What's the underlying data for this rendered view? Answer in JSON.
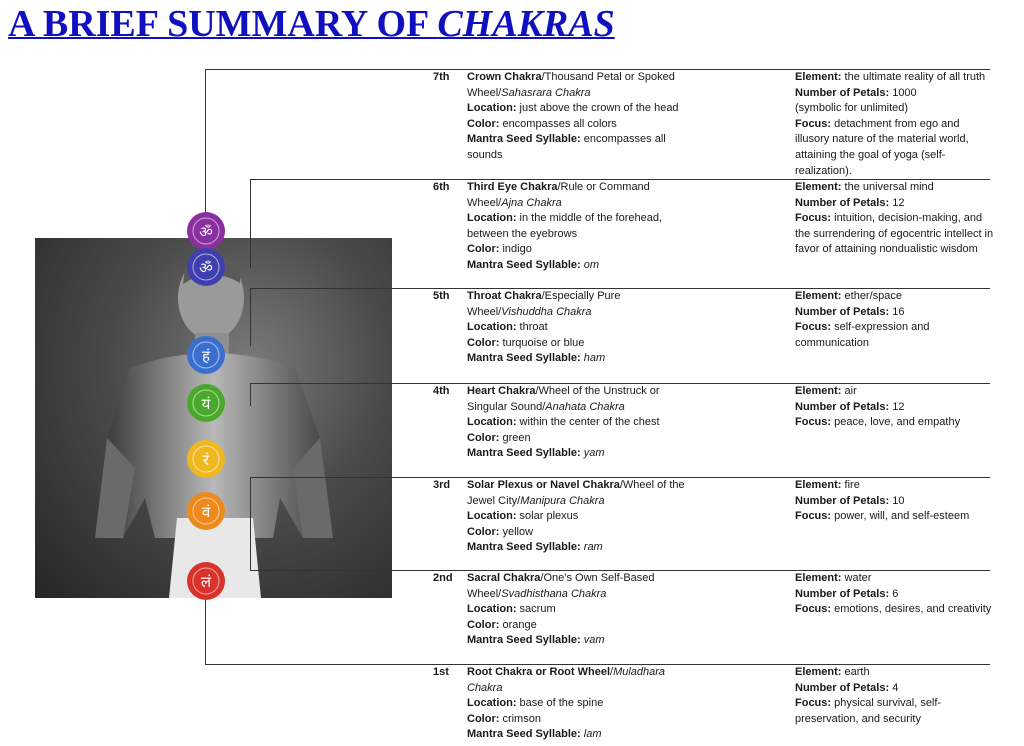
{
  "title": {
    "main": "A BRIEF SUMMARY OF ",
    "italic": "CHAKRAS"
  },
  "chakras": [
    {
      "ordinal": "7th",
      "name": "Crown Chakra",
      "after": "/Thousand Petal or Spoked Wheel/",
      "sanskrit": "Sahasrara Chakra",
      "location_label": "Location:",
      "location": " just above the crown of the head",
      "color_label": "Color:",
      "color": " encompasses all colors",
      "mantra_label": "Mantra Seed Syllable:",
      "mantra": " encompasses all sounds",
      "mantra_italic": false,
      "element_label": "Element:",
      "element": " the ultimate reality of all truth",
      "petals_label": "Number of Petals:",
      "petals": " 1000",
      "petals_note": "(symbolic for unlimited)",
      "focus_label": "Focus:",
      "focus": " detachment from ego and illusory nature of the material world, attaining the goal of yoga (self-realization).",
      "badge_glyph": "ॐ",
      "badge_color": "#8a2fa0"
    },
    {
      "ordinal": "6th",
      "name": "Third Eye Chakra",
      "after": "/Rule or Command Wheel/",
      "sanskrit": "Ajna Chakra",
      "location_label": "Location:",
      "location": " in the middle of the forehead, between the eyebrows",
      "color_label": "Color:",
      "color": " indigo",
      "mantra_label": "Mantra Seed Syllable:",
      "mantra": " om",
      "mantra_italic": true,
      "element_label": "Element:",
      "element": " the universal mind",
      "petals_label": "Number of Petals:",
      "petals": " 12",
      "petals_note": "",
      "focus_label": "Focus:",
      "focus": " intuition, decision-making, and the surrendering of egocentric intellect in favor of attaining nondualistic wisdom",
      "badge_glyph": "ॐ",
      "badge_color": "#3f3fb0"
    },
    {
      "ordinal": "5th",
      "name": "Throat Chakra",
      "after": "/Especially Pure Wheel/",
      "sanskrit": "Vishuddha Chakra",
      "location_label": "Location:",
      "location": " throat",
      "color_label": "Color:",
      "color": " turquoise or blue",
      "mantra_label": "Mantra Seed Syllable:",
      "mantra": " ham",
      "mantra_italic": true,
      "element_label": "Element:",
      "element": " ether/space",
      "petals_label": "Number of Petals:",
      "petals": " 16",
      "petals_note": "",
      "focus_label": "Focus:",
      "focus": " self-expression and communication",
      "badge_glyph": "हं",
      "badge_color": "#3a6fd0"
    },
    {
      "ordinal": "4th",
      "name": "Heart Chakra",
      "after": "/Wheel of the Unstruck or Singular Sound/",
      "sanskrit": "Anahata Chakra",
      "location_label": "Location:",
      "location": " within the center of the chest",
      "color_label": "Color:",
      "color": " green",
      "mantra_label": "Mantra Seed Syllable:",
      "mantra": " yam",
      "mantra_italic": true,
      "element_label": "Element:",
      "element": " air",
      "petals_label": "Number of Petals:",
      "petals": " 12",
      "petals_note": "",
      "focus_label": "Focus:",
      "focus": " peace, love, and empathy",
      "badge_glyph": "यं",
      "badge_color": "#4aa82a"
    },
    {
      "ordinal": "3rd",
      "name": "Solar Plexus or Navel Chakra",
      "after": "/Wheel of the Jewel City/",
      "sanskrit": "Manipura Chakra",
      "location_label": "Location:",
      "location": " solar plexus",
      "color_label": "Color:",
      "color": " yellow",
      "mantra_label": "Mantra Seed Syllable:",
      "mantra": " ram",
      "mantra_italic": true,
      "element_label": "Element:",
      "element": " fire",
      "petals_label": "Number of Petals:",
      "petals": " 10",
      "petals_note": "",
      "focus_label": "Focus:",
      "focus": " power, will, and self-esteem",
      "badge_glyph": "रं",
      "badge_color": "#f0b820"
    },
    {
      "ordinal": "2nd",
      "name": "Sacral Chakra",
      "after": "/One’s Own Self-Based Wheel/",
      "sanskrit": "Svadhisthana Chakra",
      "location_label": "Location:",
      "location": " sacrum",
      "color_label": "Color:",
      "color": " orange",
      "mantra_label": "Mantra Seed Syllable:",
      "mantra": " vam",
      "mantra_italic": true,
      "element_label": "Element:",
      "element": " water",
      "petals_label": "Number of Petals:",
      "petals": " 6",
      "petals_note": "",
      "focus_label": "Focus:",
      "focus": " emotions, desires, and creativity",
      "badge_glyph": "वं",
      "badge_color": "#ee8a1c"
    },
    {
      "ordinal": "1st",
      "name": "Root Chakra or Root Wheel",
      "after": "/",
      "sanskrit": "Muladhara Chakra",
      "location_label": "Location:",
      "location": " base of the spine",
      "color_label": "Color:",
      "color": " crimson",
      "mantra_label": "Mantra Seed Syllable:",
      "mantra": " lam",
      "mantra_italic": true,
      "element_label": "Element:",
      "element": " earth",
      "petals_label": "Number of Petals:",
      "petals": " 4",
      "petals_note": "",
      "focus_label": "Focus:",
      "focus": " physical survival, self-preservation, and security",
      "badge_glyph": "लं",
      "badge_color": "#d8322a"
    }
  ]
}
